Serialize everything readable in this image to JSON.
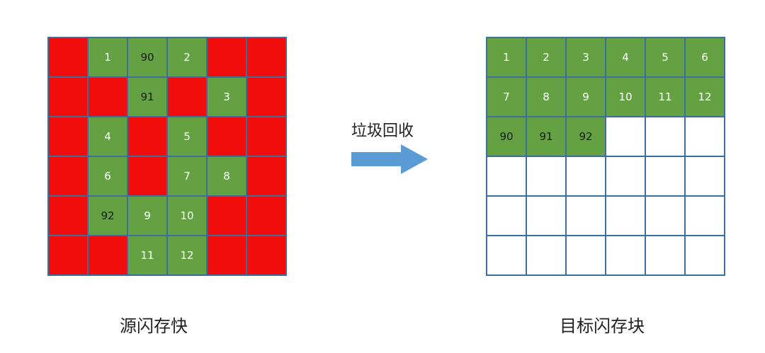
{
  "source_block": {
    "label": "源闪存快",
    "rows": [
      [
        {
          "s": "invalid",
          "t": ""
        },
        {
          "s": "valid",
          "t": "1"
        },
        {
          "s": "valid",
          "t": "90"
        },
        {
          "s": "valid",
          "t": "2"
        },
        {
          "s": "invalid",
          "t": ""
        },
        {
          "s": "invalid",
          "t": ""
        }
      ],
      [
        {
          "s": "invalid",
          "t": ""
        },
        {
          "s": "invalid",
          "t": ""
        },
        {
          "s": "valid",
          "t": "91"
        },
        {
          "s": "invalid",
          "t": ""
        },
        {
          "s": "valid",
          "t": "3"
        },
        {
          "s": "invalid",
          "t": ""
        }
      ],
      [
        {
          "s": "invalid",
          "t": ""
        },
        {
          "s": "valid",
          "t": "4"
        },
        {
          "s": "invalid",
          "t": ""
        },
        {
          "s": "valid",
          "t": "5"
        },
        {
          "s": "invalid",
          "t": ""
        },
        {
          "s": "invalid",
          "t": ""
        }
      ],
      [
        {
          "s": "invalid",
          "t": ""
        },
        {
          "s": "valid",
          "t": "6"
        },
        {
          "s": "invalid",
          "t": ""
        },
        {
          "s": "valid",
          "t": "7"
        },
        {
          "s": "valid",
          "t": "8"
        },
        {
          "s": "invalid",
          "t": ""
        }
      ],
      [
        {
          "s": "invalid",
          "t": ""
        },
        {
          "s": "valid",
          "t": "92"
        },
        {
          "s": "valid",
          "t": "9"
        },
        {
          "s": "valid",
          "t": "10"
        },
        {
          "s": "invalid",
          "t": ""
        },
        {
          "s": "invalid",
          "t": ""
        }
      ],
      [
        {
          "s": "invalid",
          "t": ""
        },
        {
          "s": "invalid",
          "t": ""
        },
        {
          "s": "valid",
          "t": "11"
        },
        {
          "s": "valid",
          "t": "12"
        },
        {
          "s": "invalid",
          "t": ""
        },
        {
          "s": "invalid",
          "t": ""
        }
      ]
    ]
  },
  "target_block": {
    "label": "目标闪存块",
    "rows": [
      [
        {
          "s": "valid",
          "t": "1"
        },
        {
          "s": "valid",
          "t": "2"
        },
        {
          "s": "valid",
          "t": "3"
        },
        {
          "s": "valid",
          "t": "4"
        },
        {
          "s": "valid",
          "t": "5"
        },
        {
          "s": "valid",
          "t": "6"
        }
      ],
      [
        {
          "s": "valid",
          "t": "7"
        },
        {
          "s": "valid",
          "t": "8"
        },
        {
          "s": "valid",
          "t": "9"
        },
        {
          "s": "valid",
          "t": "10"
        },
        {
          "s": "valid",
          "t": "11"
        },
        {
          "s": "valid",
          "t": "12"
        }
      ],
      [
        {
          "s": "valid",
          "t": "90"
        },
        {
          "s": "valid",
          "t": "91"
        },
        {
          "s": "valid",
          "t": "92"
        },
        {
          "s": "empty",
          "t": ""
        },
        {
          "s": "empty",
          "t": ""
        },
        {
          "s": "empty",
          "t": ""
        }
      ],
      [
        {
          "s": "empty",
          "t": ""
        },
        {
          "s": "empty",
          "t": ""
        },
        {
          "s": "empty",
          "t": ""
        },
        {
          "s": "empty",
          "t": ""
        },
        {
          "s": "empty",
          "t": ""
        },
        {
          "s": "empty",
          "t": ""
        }
      ],
      [
        {
          "s": "empty",
          "t": ""
        },
        {
          "s": "empty",
          "t": ""
        },
        {
          "s": "empty",
          "t": ""
        },
        {
          "s": "empty",
          "t": ""
        },
        {
          "s": "empty",
          "t": ""
        },
        {
          "s": "empty",
          "t": ""
        }
      ],
      [
        {
          "s": "empty",
          "t": ""
        },
        {
          "s": "empty",
          "t": ""
        },
        {
          "s": "empty",
          "t": ""
        },
        {
          "s": "empty",
          "t": ""
        },
        {
          "s": "empty",
          "t": ""
        },
        {
          "s": "empty",
          "t": ""
        }
      ]
    ]
  },
  "gc": {
    "label": "垃圾回收"
  },
  "colors": {
    "invalid": "#f20d0d",
    "valid": "#63a143",
    "border": "#3c6e9f",
    "arrow": "#5b9bd5"
  }
}
